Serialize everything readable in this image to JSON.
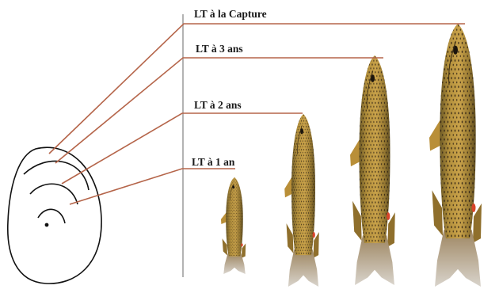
{
  "labels": {
    "capture": "LT à la Capture",
    "age3": "LT à 3 ans",
    "age2": "LT à 2 ans",
    "age1": "LT à 1 an"
  },
  "colors": {
    "line": "#b5654a",
    "axis": "#9a9a9a",
    "scale_outline": "#111111"
  }
}
